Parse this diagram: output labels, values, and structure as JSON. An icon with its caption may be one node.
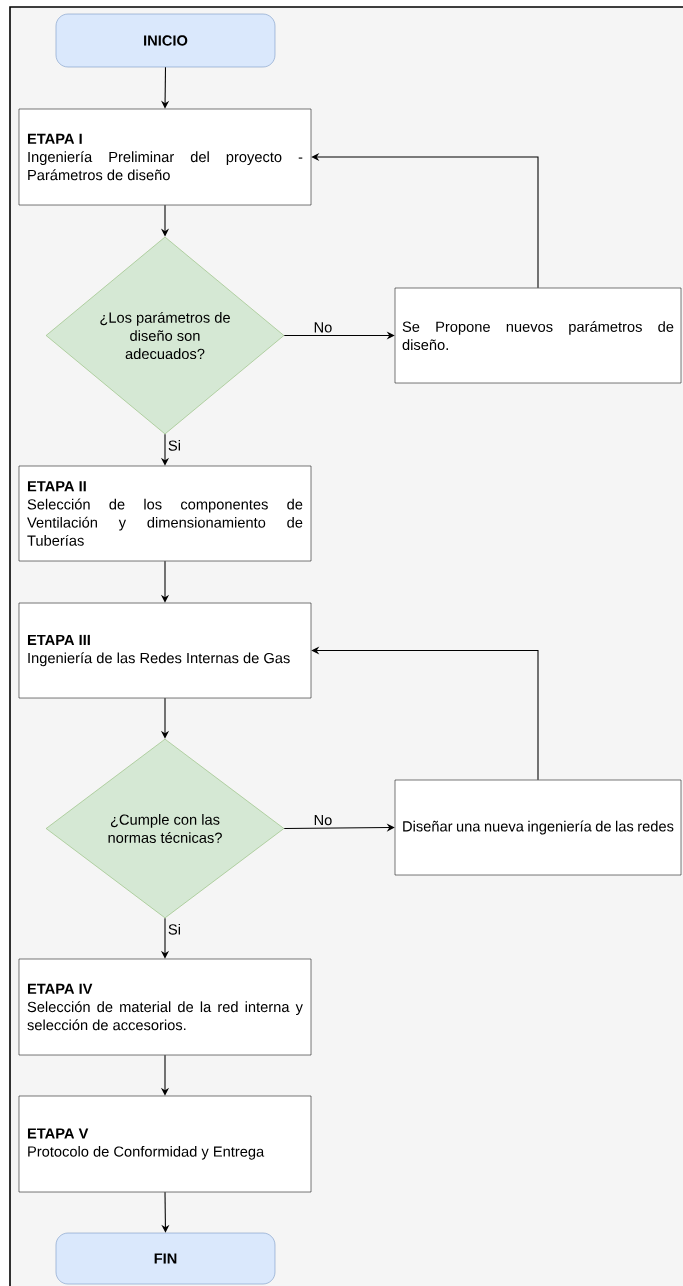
{
  "diagram": {
    "nodes": [
      {
        "text": [
          "INICIO"
        ]
      },
      {
        "text": [
          "ETAPA I",
          "Ingeniería Preliminar del proyecto - Parámetros de diseño"
        ]
      },
      {
        "text": [
          "¿Los parámetros de diseño son adecuados?"
        ]
      },
      {
        "text": [
          "Se Propone nuevos parámetros de diseño."
        ]
      },
      {
        "text": [
          "ETAPA II",
          "Selección de los componentes de Ventilación y dimensionamiento de Tuberías"
        ]
      },
      {
        "text": [
          "ETAPA III",
          "Ingeniería de las Redes Internas de Gas"
        ]
      },
      {
        "text": [
          "¿Cumple con las normas técnicas?"
        ]
      },
      {
        "text": [
          "Diseñar una nueva ingeniería de las redes"
        ]
      },
      {
        "text": [
          "ETAPA IV",
          "Selección de material de la red interna y selección de accesorios."
        ]
      },
      {
        "text": [
          "ETAPA V",
          "Protocolo de Conformidad y Entrega"
        ]
      },
      {
        "text": [
          "FIN"
        ]
      }
    ],
    "edges": [
      {
        "from": 0,
        "to": 1,
        "arrow": "to"
      },
      {
        "from": 1,
        "to": 2,
        "arrow": "to"
      },
      {
        "from": 2,
        "to": 3,
        "arrow": "to",
        "label": "No"
      },
      {
        "from": 3,
        "to": 1,
        "arrow": "to"
      },
      {
        "from": 2,
        "to": 4,
        "arrow": "to",
        "label": "Si"
      },
      {
        "from": 4,
        "to": 5,
        "arrow": "to"
      },
      {
        "from": 5,
        "to": 6,
        "arrow": "to"
      },
      {
        "from": 6,
        "to": 7,
        "arrow": "to",
        "label": "No"
      },
      {
        "from": 7,
        "to": 5,
        "arrow": "to"
      },
      {
        "from": 6,
        "to": 8,
        "arrow": "to",
        "label": "Si"
      },
      {
        "from": 8,
        "to": 9,
        "arrow": "to"
      },
      {
        "from": 9,
        "to": 10,
        "arrow": "to"
      }
    ]
  }
}
